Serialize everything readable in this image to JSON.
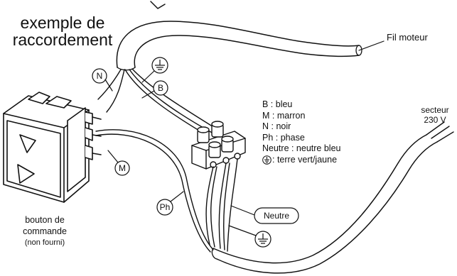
{
  "title": {
    "line1": "exemple de",
    "line2": "raccordement"
  },
  "labels": {
    "fil_moteur": "Fil moteur",
    "secteur": "secteur",
    "voltage": "230 V",
    "button_line1": "bouton de",
    "button_line2": "commande",
    "button_line3": "(non fourni)"
  },
  "bubbles": {
    "n": "N",
    "b": "B",
    "m": "M",
    "ph": "Ph",
    "neutre": "Neutre"
  },
  "legend": [
    {
      "text": "B : bleu"
    },
    {
      "text": "M : marron"
    },
    {
      "text": "N : noir"
    },
    {
      "text": "Ph : phase"
    },
    {
      "text": "Neutre : neutre bleu"
    },
    {
      "text": ": terre vert/jaune"
    }
  ]
}
